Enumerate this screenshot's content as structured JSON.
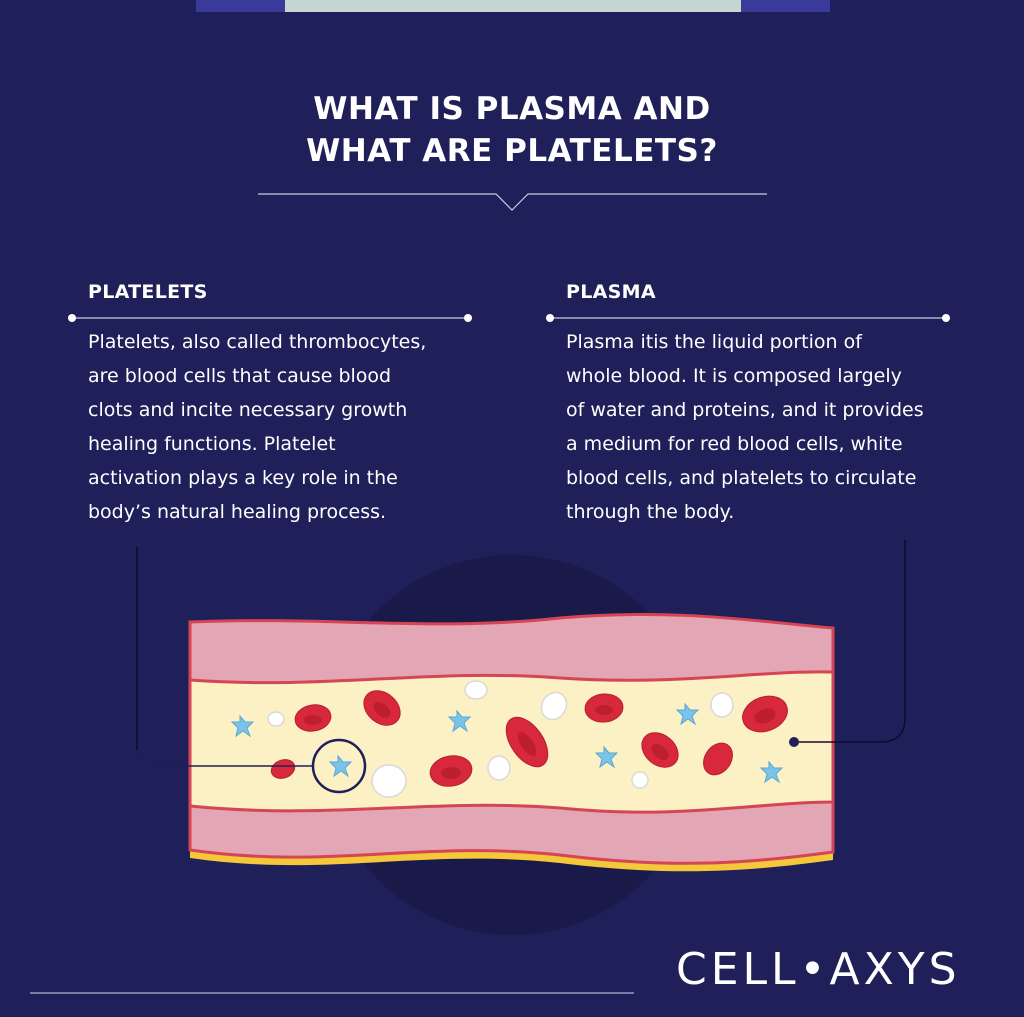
{
  "header": {
    "title_line1": "WHAT IS PLASMA AND",
    "title_line2": "WHAT ARE PLATELETS?"
  },
  "left": {
    "heading": "PLATELETS",
    "lines": [
      "Platelets, also called thrombocytes,",
      "are blood cells that cause blood",
      "clots and incite necessary growth",
      "healing functions. Platelet",
      "activation plays a key role in the",
      "body’s natural healing process."
    ]
  },
  "right": {
    "heading": "PLASMA",
    "lines": [
      "Plasma  itis the liquid portion of",
      "whole blood. It is composed largely",
      "of water and proteins, and it provides",
      "a medium for red blood cells, white",
      "blood cells, and platelets to circulate",
      "through the body."
    ]
  },
  "logo": {
    "text": "CELL•AXYS"
  },
  "colors": {
    "background": "#1f1f5a",
    "vessel_wall": "#e3a6b4",
    "vessel_wall_stroke": "#d64553",
    "plasma": "#fbf1c4",
    "red_cell": "#d8283b",
    "platelet": "#7ac3ea",
    "outer_yellow": "#f4c83a"
  }
}
